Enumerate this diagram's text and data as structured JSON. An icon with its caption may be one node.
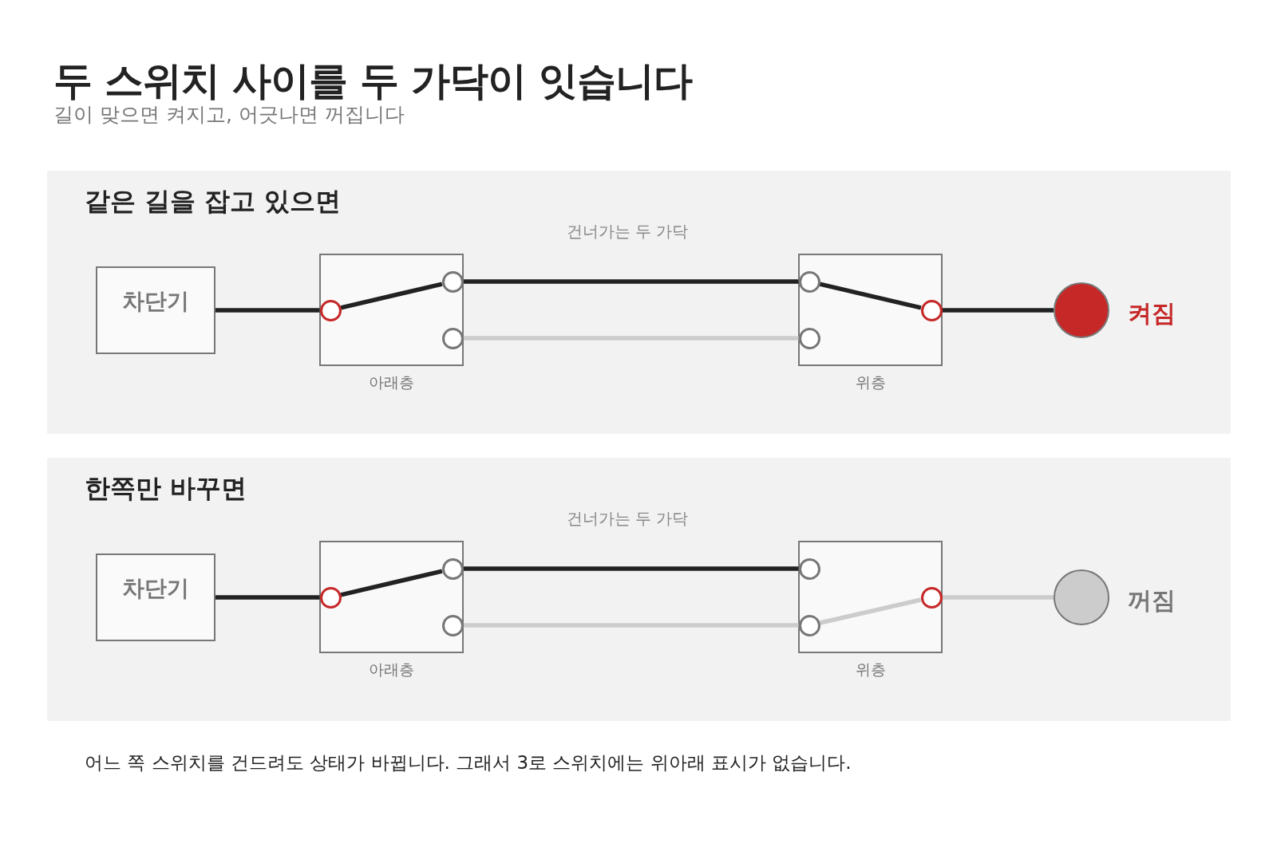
{
  "diagram": {
    "title": "두 스위치 사이를 두 가닥이 잇습니다",
    "nodes": [
      {
        "text": [
          "같은 길을 잡고 있으면"
        ]
      },
      {
        "text": [
          "차단기"
        ],
        "in": 0
      },
      {
        "text": [
          "아래층"
        ],
        "in": 0
      },
      {
        "text": [],
        "shape": "circle",
        "in": 2
      },
      {
        "text": [],
        "shape": "circle",
        "in": 2
      },
      {
        "text": [],
        "shape": "circle",
        "in": 2
      },
      {
        "text": [
          "위층"
        ],
        "in": 0
      },
      {
        "text": [],
        "shape": "circle",
        "in": 6
      },
      {
        "text": [],
        "shape": "circle",
        "in": 6
      },
      {
        "text": [],
        "shape": "circle",
        "in": 6
      },
      {
        "text": [],
        "shape": "circle",
        "beside": [
          "켜짐"
        ],
        "in": 0
      },
      {
        "text": [
          "한쪽만 바꾸면"
        ]
      },
      {
        "text": [
          "차단기"
        ],
        "in": 11
      },
      {
        "text": [
          "아래층"
        ],
        "in": 11
      },
      {
        "text": [],
        "shape": "circle",
        "in": 13
      },
      {
        "text": [],
        "shape": "circle",
        "in": 13
      },
      {
        "text": [],
        "shape": "circle",
        "in": 13
      },
      {
        "text": [
          "위층"
        ],
        "in": 11
      },
      {
        "text": [],
        "shape": "circle",
        "in": 17
      },
      {
        "text": [],
        "shape": "circle",
        "in": 17
      },
      {
        "text": [],
        "shape": "circle",
        "in": 17
      },
      {
        "text": [],
        "shape": "circle",
        "beside": [
          "꺼짐"
        ],
        "in": 11
      }
    ],
    "edges": [
      {
        "from": 1,
        "to": 3,
        "arrow": "none"
      },
      {
        "from": 3,
        "to": 4,
        "arrow": "none"
      },
      {
        "from": 4,
        "to": 7,
        "arrow": "none"
      },
      {
        "from": 5,
        "to": 8,
        "arrow": "none",
        "color": "#cccccc"
      },
      {
        "from": 7,
        "to": 9,
        "arrow": "none"
      },
      {
        "from": 9,
        "to": 10,
        "arrow": "none"
      },
      {
        "from": 12,
        "to": 14,
        "arrow": "none"
      },
      {
        "from": 14,
        "to": 15,
        "arrow": "none"
      },
      {
        "from": 15,
        "to": 18,
        "arrow": "none"
      },
      {
        "from": 16,
        "to": 19,
        "arrow": "none",
        "color": "#cccccc"
      },
      {
        "from": 19,
        "to": 20,
        "arrow": "none",
        "color": "#cccccc"
      },
      {
        "from": 20,
        "to": 21,
        "arrow": "none",
        "color": "#cccccc"
      }
    ],
    "labels": [
      "길이 맞으면 켜지고, 어긋나면 꺼집니다",
      "건너가는 두 가닥",
      "건너가는 두 가닥",
      "어느 쪽 스위치를 건드려도 상태가 바뀝니다. 그래서 3로 스위치에는 위아래 표시가 없습니다."
    ]
  }
}
